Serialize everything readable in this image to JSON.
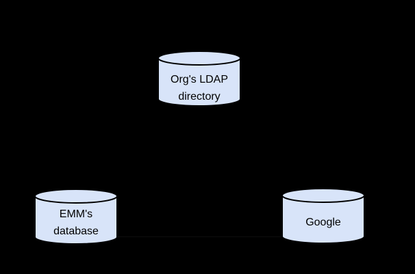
{
  "colors": {
    "background": "#000000",
    "node_fill": "#d8e4f9",
    "node_stroke": "#000000",
    "label_text": "#000000"
  },
  "nodes": {
    "ldap": {
      "line1": "Org's LDAP",
      "line2": "directory"
    },
    "emm": {
      "line1": "EMM's",
      "line2": "database"
    },
    "google": {
      "line1": "Google"
    }
  }
}
